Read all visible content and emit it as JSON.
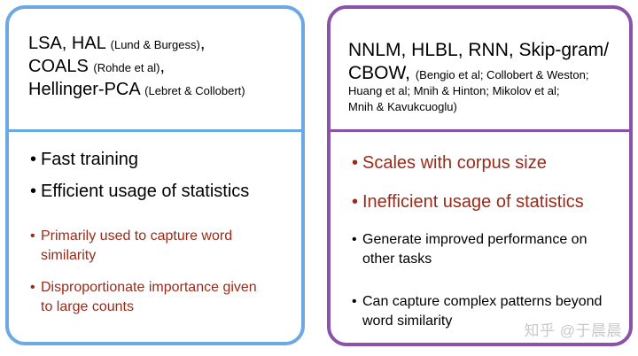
{
  "left_card": {
    "header": {
      "line1_main": "LSA, HAL ",
      "line1_cite": "(Lund & Burgess)",
      "line1_tail": ",",
      "line2_main": "COALS ",
      "line2_cite": "(Rohde et al)",
      "line2_tail": ",",
      "line3_main": "Hellinger-PCA ",
      "line3_cite": "(Lebret & Collobert)"
    },
    "bullets": [
      {
        "text": "Fast training",
        "color": "#000000"
      },
      {
        "text": "Efficient usage of statistics",
        "color": "#000000"
      },
      {
        "text": "Primarily used to capture word similarity",
        "color": "#9a2a19"
      },
      {
        "text": "Disproportionate importance given to large counts",
        "color": "#9a2a19"
      }
    ]
  },
  "right_card": {
    "header": {
      "line1": "NNLM, HLBL, RNN, Skip-gram/",
      "line2_main": "CBOW, ",
      "line2_cite": "(Bengio et al; Collobert & Weston;",
      "line3": "Huang et al; Mnih & Hinton; Mikolov et al;",
      "line4": "Mnih & Kavukcuoglu)"
    },
    "bullets": [
      {
        "text": "Scales with corpus size",
        "color": "#9a2a19"
      },
      {
        "text": "Inefficient usage of statistics",
        "color": "#9a2a19"
      },
      {
        "text": "Generate improved performance on other tasks",
        "color": "#000000"
      },
      {
        "text": "Can capture complex patterns beyond word similarity",
        "color": "#000000"
      }
    ]
  },
  "bullet_glyph": "•",
  "watermark": "知乎 @于晨晨",
  "colors": {
    "left_border": "#6aa8e6",
    "right_border": "#8a52a8",
    "accent_red": "#9a2a19"
  }
}
